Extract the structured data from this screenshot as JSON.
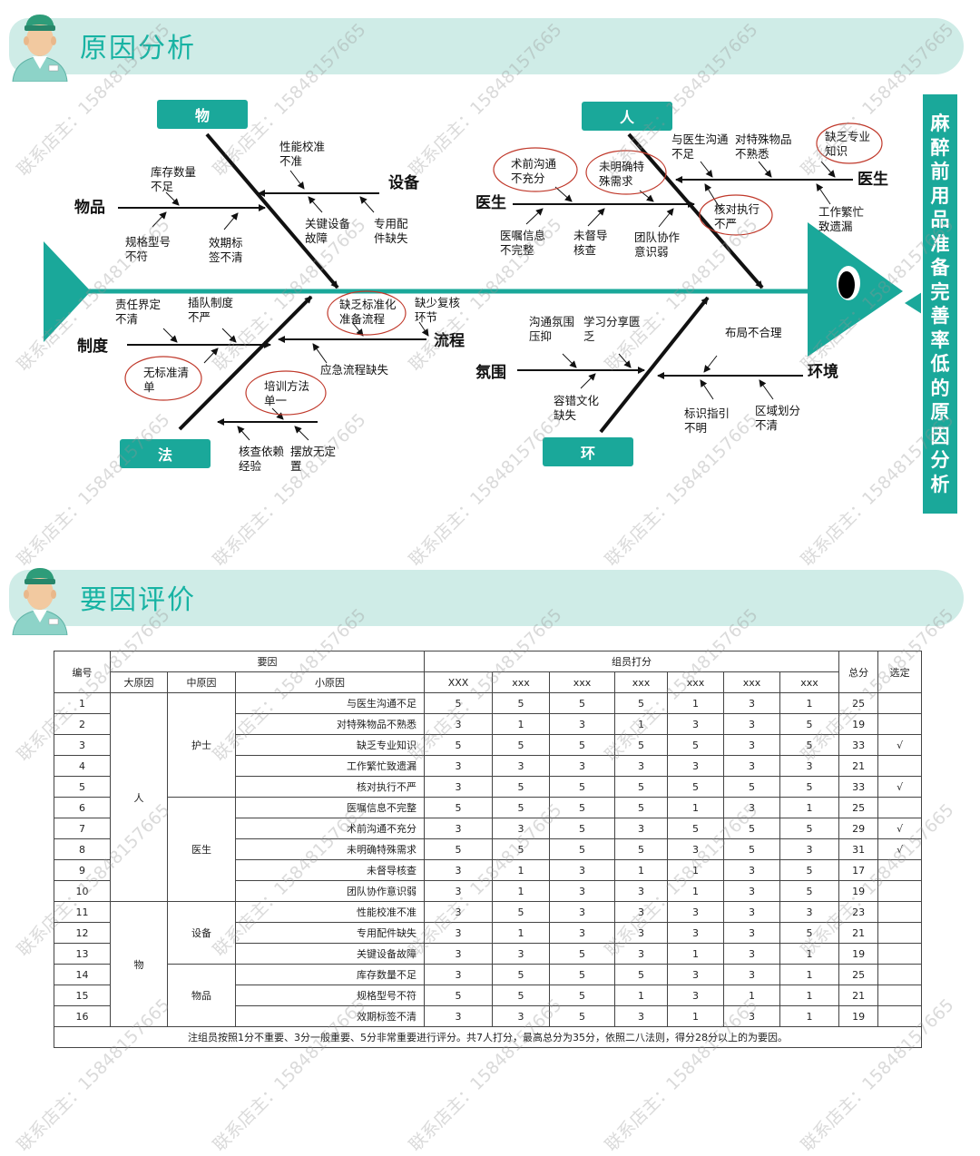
{
  "sections": {
    "cause_analysis": "原因分析",
    "key_cause_eval": "要因评价"
  },
  "watermark": "联系店主：15848157665",
  "problem_title": "麻醉前用品准备完善率低的原因分析",
  "fishbone": {
    "categories": {
      "wu": "物",
      "ren": "人",
      "fa": "法",
      "huan": "环"
    },
    "branches": {
      "wupin": "物品",
      "shebei": "设备",
      "yisheng_l": "医生",
      "yisheng_r": "医生",
      "zhidu": "制度",
      "liucheng": "流程",
      "fenwei": "氛围",
      "huanjing": "环境"
    },
    "causes": {
      "kucun": [
        "库存数量",
        "不足"
      ],
      "guige": [
        "规格型号",
        "不符"
      ],
      "xiaoqi": [
        "效期标",
        "签不清"
      ],
      "xingneng": [
        "性能校准",
        "不准"
      ],
      "guanjian": [
        "关键设备",
        "故障"
      ],
      "zhuanyong": [
        "专用配",
        "件缺失"
      ],
      "shuqian": [
        "术前沟通",
        "不充分"
      ],
      "yizhu": [
        "医嘱信息",
        "不完整"
      ],
      "weiming": [
        "未明确特",
        "殊需求"
      ],
      "weidu": [
        "未督导",
        "核查"
      ],
      "tuandui": [
        "团队协作",
        "意识弱"
      ],
      "goutong": [
        "与医生沟通",
        "不足"
      ],
      "teshu": [
        "对特殊物品",
        "不熟悉"
      ],
      "quefa": [
        "缺乏专业",
        "知识"
      ],
      "gongzuo": [
        "工作繁忙",
        "致遗漏"
      ],
      "hedui": [
        "核对执行",
        "不严"
      ],
      "zeren": [
        "责任界定",
        "不清"
      ],
      "chadui": [
        "插队制度",
        "不严"
      ],
      "wubiao": [
        "无标准清",
        "单"
      ],
      "quefabz": [
        "缺乏标准化",
        "准备流程"
      ],
      "fuhe": [
        "缺少复核",
        "环节"
      ],
      "yingji": [
        "应急流程缺失"
      ],
      "peixun": [
        "培训方法",
        "单一"
      ],
      "heyi": [
        "核查依赖",
        "经验"
      ],
      "baifang": [
        "摆放无定",
        "置"
      ],
      "fenweiya": [
        "沟通氛围",
        "压抑"
      ],
      "xuexi": [
        "学习分享匮",
        "乏"
      ],
      "rongcuo": [
        "容错文化",
        "缺失"
      ],
      "buju": [
        "布局不合理"
      ],
      "biaozhi": [
        "标识指引",
        "不明"
      ],
      "quyu": [
        "区域划分",
        "不清"
      ]
    }
  },
  "table": {
    "headers": {
      "id": "编号",
      "cause": "要因",
      "big": "大原因",
      "mid": "中原因",
      "small": "小原因",
      "score": "组员打分",
      "total": "总分",
      "selected": "选定"
    },
    "raters": [
      "XXX",
      "xxx",
      "xxx",
      "xxx",
      "xxx",
      "xxx",
      "xxx"
    ],
    "groups": {
      "ren": "人",
      "wu": "物",
      "nurse": "护士",
      "doctor": "医生",
      "equip": "设备",
      "goods": "物品"
    },
    "rows": [
      {
        "id": "1",
        "cause": "与医生沟通不足",
        "scores": [
          "5",
          "5",
          "5",
          "5",
          "1",
          "3",
          "1"
        ],
        "total": "25",
        "sel": ""
      },
      {
        "id": "2",
        "cause": "对特殊物品不熟悉",
        "scores": [
          "3",
          "1",
          "3",
          "1",
          "3",
          "3",
          "5"
        ],
        "total": "19",
        "sel": ""
      },
      {
        "id": "3",
        "cause": "缺乏专业知识",
        "scores": [
          "5",
          "5",
          "5",
          "5",
          "5",
          "3",
          "5"
        ],
        "total": "33",
        "sel": "√"
      },
      {
        "id": "4",
        "cause": "工作繁忙致遗漏",
        "scores": [
          "3",
          "3",
          "3",
          "3",
          "3",
          "3",
          "3"
        ],
        "total": "21",
        "sel": ""
      },
      {
        "id": "5",
        "cause": "核对执行不严",
        "scores": [
          "3",
          "5",
          "5",
          "5",
          "5",
          "5",
          "5"
        ],
        "total": "33",
        "sel": "√"
      },
      {
        "id": "6",
        "cause": "医嘱信息不完整",
        "scores": [
          "5",
          "5",
          "5",
          "5",
          "1",
          "3",
          "1"
        ],
        "total": "25",
        "sel": ""
      },
      {
        "id": "7",
        "cause": "术前沟通不充分",
        "scores": [
          "3",
          "3",
          "5",
          "3",
          "5",
          "5",
          "5"
        ],
        "total": "29",
        "sel": "√"
      },
      {
        "id": "8",
        "cause": "未明确特殊需求",
        "scores": [
          "5",
          "5",
          "5",
          "5",
          "3",
          "5",
          "3"
        ],
        "total": "31",
        "sel": "√"
      },
      {
        "id": "9",
        "cause": "未督导核查",
        "scores": [
          "3",
          "1",
          "3",
          "1",
          "1",
          "3",
          "5"
        ],
        "total": "17",
        "sel": ""
      },
      {
        "id": "10",
        "cause": "团队协作意识弱",
        "scores": [
          "3",
          "1",
          "3",
          "3",
          "1",
          "3",
          "5"
        ],
        "total": "19",
        "sel": ""
      },
      {
        "id": "11",
        "cause": "性能校准不准",
        "scores": [
          "3",
          "5",
          "3",
          "3",
          "3",
          "3",
          "3"
        ],
        "total": "23",
        "sel": ""
      },
      {
        "id": "12",
        "cause": "专用配件缺失",
        "scores": [
          "3",
          "1",
          "3",
          "3",
          "3",
          "3",
          "5"
        ],
        "total": "21",
        "sel": ""
      },
      {
        "id": "13",
        "cause": "关键设备故障",
        "scores": [
          "3",
          "3",
          "5",
          "3",
          "1",
          "3",
          "1"
        ],
        "total": "19",
        "sel": ""
      },
      {
        "id": "14",
        "cause": "库存数量不足",
        "scores": [
          "3",
          "5",
          "5",
          "5",
          "3",
          "3",
          "1"
        ],
        "total": "25",
        "sel": ""
      },
      {
        "id": "15",
        "cause": "规格型号不符",
        "scores": [
          "5",
          "5",
          "5",
          "1",
          "3",
          "1",
          "1"
        ],
        "total": "21",
        "sel": ""
      },
      {
        "id": "16",
        "cause": "效期标签不清",
        "scores": [
          "3",
          "3",
          "5",
          "3",
          "1",
          "3",
          "1"
        ],
        "total": "19",
        "sel": ""
      }
    ],
    "note": "注组员按照1分不重要、3分一般重要、5分非常重要进行评分。共7人打分，最高总分为35分，依照二八法则，得分28分以上的为要因。"
  },
  "colors": {
    "teal": "#1aa89a",
    "banner": "#cfece7",
    "title": "#17b3a3",
    "circle": "#c0392b"
  }
}
